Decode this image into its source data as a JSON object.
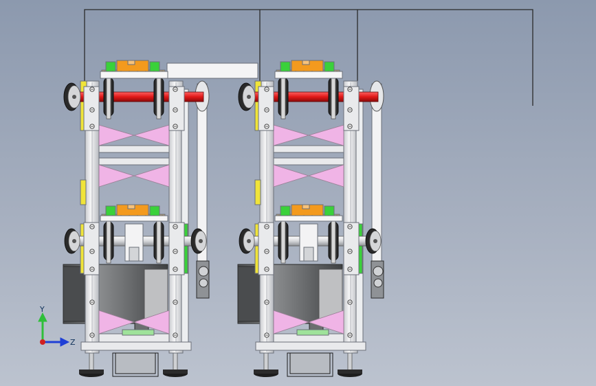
{
  "viewport": {
    "background_top": "#8c99ae",
    "background_bottom": "#bcc3cf"
  },
  "axis_triad": {
    "y_label": "Y",
    "z_label": "Z",
    "y_color": "#2fbf3a",
    "z_color": "#1f3fd6",
    "origin_color": "#d12020"
  },
  "colors": {
    "frame": "#e9eaec",
    "frame_edge": "#6a6f78",
    "shaft_red": "#e01818",
    "brace_pink": "#f0b4e6",
    "plate_yellow": "#f0e43a",
    "block_orange": "#f39a1e",
    "block_green": "#3ad13a",
    "motor_dark": "#6c6e70",
    "motor_light": "#bfc0c2"
  },
  "assemblies": [
    {
      "name": "left-unit",
      "upper_shaft": "red",
      "lower_shaft": "grey"
    },
    {
      "name": "right-unit",
      "upper_shaft": "red",
      "lower_shaft": "grey"
    }
  ]
}
